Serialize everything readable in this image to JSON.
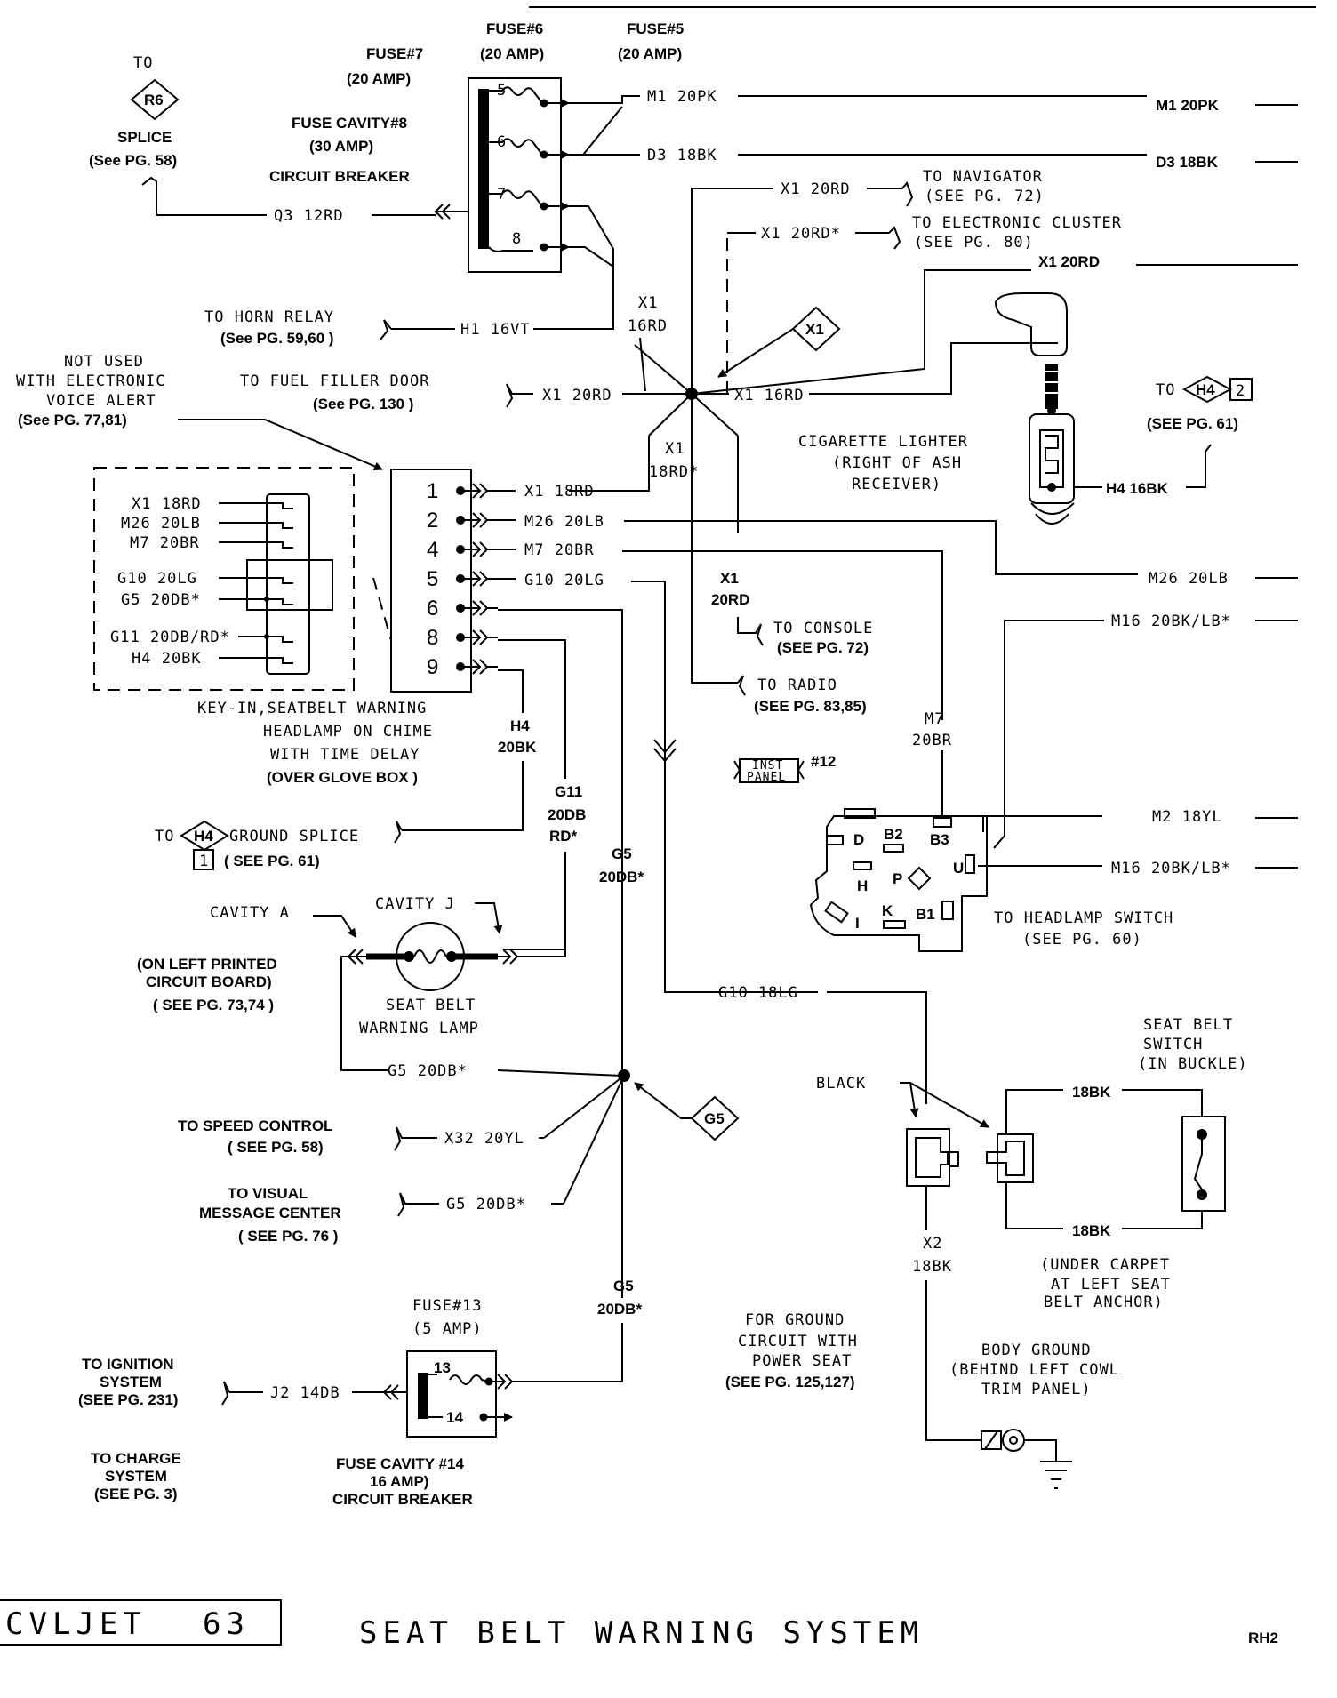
{
  "fuses": {
    "fuse6": "FUSE#6",
    "fuse6_amp": "(20 AMP)",
    "fuse5": "FUSE#5",
    "fuse5_amp": "(20 AMP)",
    "fuse7": "FUSE#7",
    "fuse7_amp": "(20 AMP)",
    "cavity8_a": "FUSE CAVITY#8",
    "cavity8_b": "(30 AMP)",
    "cavity8_c": "CIRCUIT BREAKER",
    "pins": [
      "5",
      "6",
      "7",
      "8"
    ],
    "fuse13": "FUSE#13",
    "fuse13_amp": "(5 AMP)",
    "pins13": [
      "13",
      "14"
    ],
    "cavity14_a": "FUSE CAVITY #14",
    "cavity14_b": "16 AMP)",
    "cavity14_c": "CIRCUIT BREAKER"
  },
  "splices": {
    "r6": "R6",
    "to": "TO",
    "splice": "SPLICE",
    "r6_page": "(See PG. 58)",
    "x1": "X1",
    "h4": "H4",
    "h4_pin": "2",
    "h4_to": "TO",
    "h4_page": "(SEE PG. 61)",
    "h4g": "H4",
    "h4g_pin": "1",
    "h4g_to": "TO",
    "h4g_label": "GROUND SPLICE",
    "h4g_page": "( SEE PG. 61)",
    "g5": "G5"
  },
  "wires": {
    "m1_20pk": "M1 20PK",
    "m1_20pk_r": "M1 20PK",
    "d3_18bk": "D3 18BK",
    "d3_18bk_r": "D3 18BK",
    "q3_12rd": "Q3 12RD",
    "x1_20rd_nav": "X1 20RD",
    "x1_20rd_star": "X1 20RD*",
    "x1_20rd_r": "X1 20RD",
    "x1_16rd_a": "X1",
    "x1_16rd_b": "16RD",
    "h1_16vt": "H1 16VT",
    "x1_20rd_fuel": "X1 20RD",
    "x1_16rd": "X1 16RD",
    "x1_18rd_star_a": "X1",
    "x1_18rd_star_b": "18RD*",
    "x1_20rd_con_a": "X1",
    "x1_20rd_con_b": "20RD",
    "h4_16bk": "H4 16BK",
    "m26_20lb_r": "M26 20LB",
    "m16_top": "M16 20BK/LB*",
    "m7_a": "M7",
    "m7_b": "20BR",
    "m2_18yl": "M2 18YL",
    "m16_bot": "M16 20BK/LB*",
    "h4_a": "H4",
    "h4_b": "20BK",
    "g11_a": "G11",
    "g11_b": "20DB",
    "g11_c": "RD*",
    "g5_a": "G5",
    "g5_b": "20DB*",
    "g5_lamp": "G5 20DB*",
    "x32": "X32 20YL",
    "g5_vmc": "G5 20DB*",
    "g5_c": "G5",
    "g5_d": "20DB*",
    "j2": "J2 14DB",
    "g10_18lg": "G10 18LG",
    "bk18_top": "18BK",
    "bk18_bot": "18BK",
    "x2_a": "X2",
    "x2_b": "18BK"
  },
  "destinations": {
    "navigator_a": "TO NAVIGATOR",
    "navigator_b": "(SEE PG. 72)",
    "cluster_a": "TO ELECTRONIC CLUSTER",
    "cluster_b": "(SEE PG. 80)",
    "horn_a": "TO HORN RELAY",
    "horn_b": "(See PG. 59,60 )",
    "fuel_a": "TO FUEL FILLER DOOR",
    "fuel_b": "(See PG. 130 )",
    "notused_a": "NOT USED",
    "notused_b": "WITH ELECTRONIC",
    "notused_c": "VOICE ALERT",
    "notused_d": "(See PG. 77,81)",
    "lighter_a": "CIGARETTE LIGHTER",
    "lighter_b": "(RIGHT OF ASH",
    "lighter_c": "RECEIVER)",
    "console_a": "TO CONSOLE",
    "console_b": "(SEE PG. 72)",
    "radio_a": "TO RADIO",
    "radio_b": "(SEE PG. 83,85)",
    "inst_a": "INST",
    "inst_b": "PANEL",
    "inst_n": "#12",
    "hls_a": "TO HEADLAMP SWITCH",
    "hls_b": "(SEE PG. 60)",
    "module_a": "KEY-IN,SEATBELT WARNING",
    "module_b": "HEADLAMP ON CHIME",
    "module_c": "WITH TIME DELAY",
    "module_d": "(OVER GLOVE BOX )",
    "cavA": "CAVITY A",
    "cavJ": "CAVITY J",
    "pcb_a": "(ON LEFT PRINTED",
    "pcb_b": "CIRCUIT BOARD)",
    "pcb_c": "( SEE PG. 73,74 )",
    "lamp_a": "SEAT BELT",
    "lamp_b": "WARNING LAMP",
    "speed_a": "TO SPEED CONTROL",
    "speed_b": "( SEE PG. 58)",
    "vmc_a": "TO VISUAL",
    "vmc_b": "MESSAGE CENTER",
    "vmc_c": "( SEE PG. 76 )",
    "ign_a": "TO IGNITION",
    "ign_b": "SYSTEM",
    "ign_c": "(SEE PG. 231)",
    "chg_a": "TO CHARGE",
    "chg_b": "SYSTEM",
    "chg_c": "(SEE PG. 3)",
    "pseat_a": "FOR GROUND",
    "pseat_b": "CIRCUIT WITH",
    "pseat_c": "POWER SEAT",
    "pseat_d": "(SEE PG. 125,127)",
    "black": "BLACK",
    "sbs_a": "SEAT BELT",
    "sbs_b": "SWITCH",
    "sbs_c": "(IN BUCKLE)",
    "carpet_a": "(UNDER CARPET",
    "carpet_b": "AT LEFT SEAT",
    "carpet_c": "BELT ANCHOR)",
    "bg_a": "BODY GROUND",
    "bg_b": "(BEHIND LEFT COWL",
    "bg_c": "TRIM PANEL)"
  },
  "connector": {
    "pins": [
      "1",
      "2",
      "4",
      "5",
      "6",
      "8",
      "9"
    ],
    "wires": [
      "X1 18RD",
      "M26 20LB",
      "M7 20BR",
      "G10 20LG"
    ],
    "inset": [
      "X1 18RD",
      "M26 20LB",
      "M7 20BR",
      "G10 20LG",
      "G5 20DB*",
      "G11 20DB/RD*",
      "H4 20BK"
    ]
  },
  "headlamp_switch": [
    "D",
    "B2",
    "B3",
    "U",
    "H",
    "P",
    "K",
    "B1",
    "I"
  ],
  "footer": {
    "code": "CVLJET",
    "page": "63",
    "title": "SEAT BELT WARNING SYSTEM",
    "sheet": "RH2"
  }
}
